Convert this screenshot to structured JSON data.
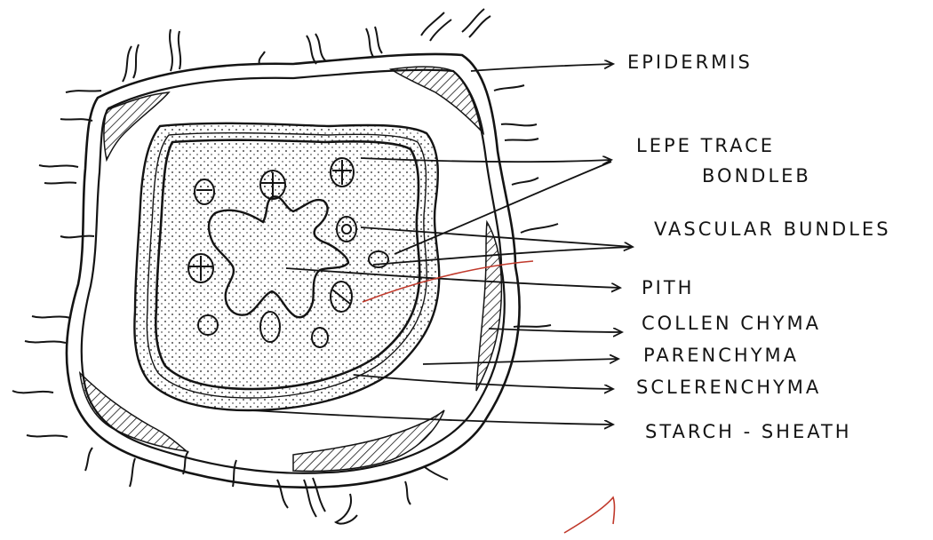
{
  "labels": [
    {
      "id": "epidermis",
      "text": "EPIDERMIS"
    },
    {
      "id": "leaf_trace_1",
      "text": "LEPE TRACE"
    },
    {
      "id": "leaf_trace_2",
      "text": "BONDLEB"
    },
    {
      "id": "vascular",
      "text": "VASCULAR BUNDLES"
    },
    {
      "id": "pith",
      "text": "PITH"
    },
    {
      "id": "collenchyma",
      "text": "COLLEN CHYMA"
    },
    {
      "id": "parenchyma",
      "text": "PARENCHYMA"
    },
    {
      "id": "sclerenchyma",
      "text": "SCLERENCHYMA"
    },
    {
      "id": "starch",
      "text": "STARCH - SHEATH"
    }
  ],
  "colors": {
    "ink": "#141414",
    "paper": "#ffffff",
    "stray_mark": "#c0392b"
  }
}
